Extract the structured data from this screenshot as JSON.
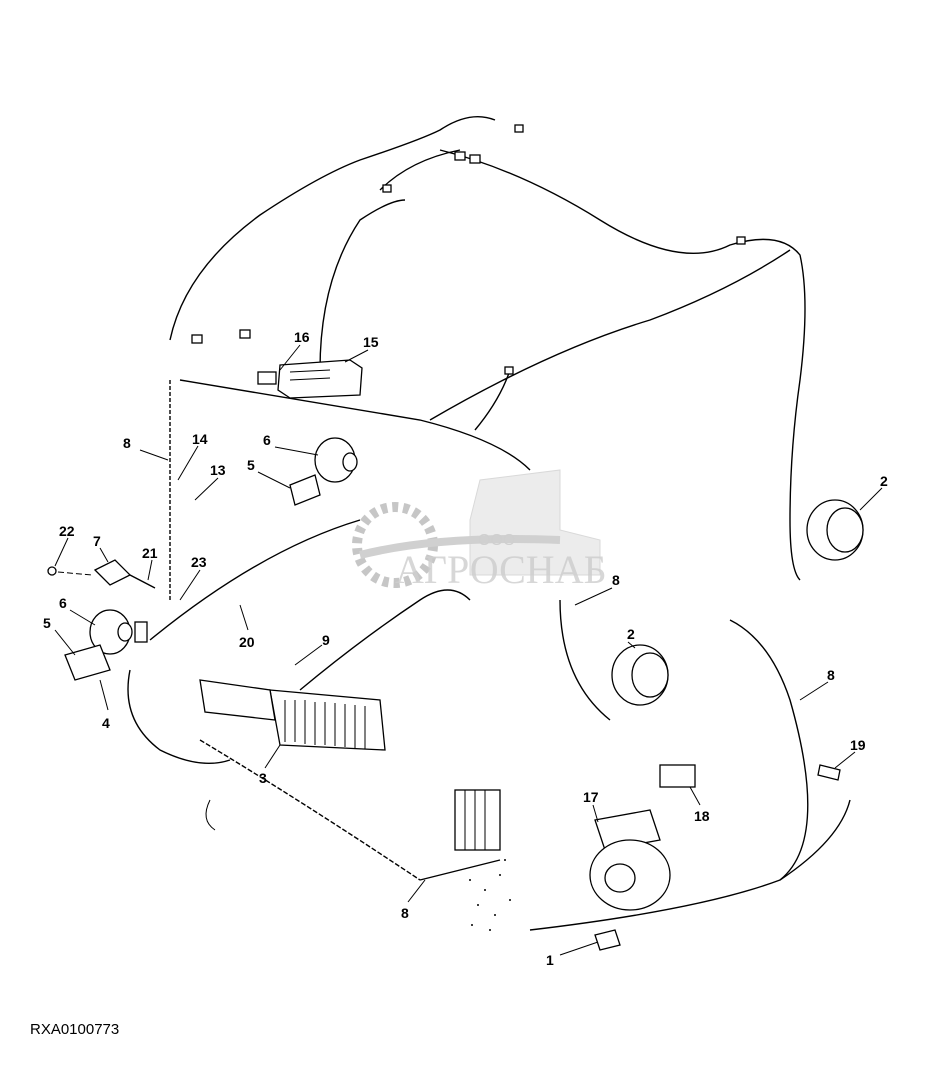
{
  "figure_id": "RXA0100773",
  "watermark": {
    "prefix": "ООО",
    "name": "АГРОСНАБ"
  },
  "callouts": [
    "16",
    "15",
    "8",
    "14",
    "6",
    "13",
    "5",
    "2",
    "22",
    "7",
    "21",
    "23",
    "8",
    "6",
    "5",
    "20",
    "9",
    "2",
    "8",
    "4",
    "19",
    "3",
    "17",
    "18",
    "8",
    "1"
  ]
}
